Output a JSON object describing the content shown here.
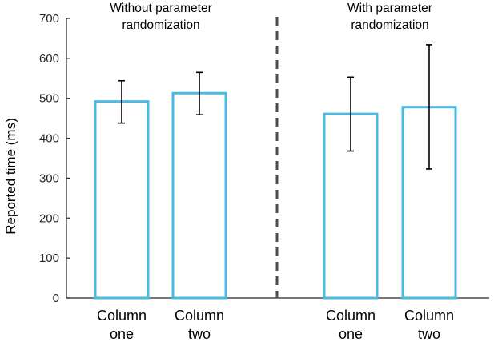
{
  "chart_data": {
    "type": "bar",
    "ylabel": "Reported time (ms)",
    "ylim": [
      0,
      700
    ],
    "yticks": [
      "0",
      "100",
      "200",
      "300",
      "400",
      "500",
      "600",
      "700"
    ],
    "groups": [
      {
        "title_lines": [
          "Without parameter",
          "randomization"
        ]
      },
      {
        "title_lines": [
          "With parameter",
          "randomization"
        ]
      }
    ],
    "bars": [
      {
        "group": 0,
        "label_lines": [
          "Column",
          "one"
        ],
        "value": 492,
        "err_low": 438,
        "err_high": 544
      },
      {
        "group": 0,
        "label_lines": [
          "Column",
          "two"
        ],
        "value": 513,
        "err_low": 459,
        "err_high": 565
      },
      {
        "group": 1,
        "label_lines": [
          "Column",
          "one"
        ],
        "value": 461,
        "err_low": 368,
        "err_high": 553
      },
      {
        "group": 1,
        "label_lines": [
          "Column",
          "two"
        ],
        "value": 478,
        "err_low": 323,
        "err_high": 634
      }
    ],
    "separator": "dashed vertical line between groups",
    "colors": {
      "bar_outline": "#4ab9e3",
      "bar_fill": "#ffffff",
      "error_bar": "#000000",
      "separator": "#4d4d4d",
      "axis": "#262626"
    }
  }
}
